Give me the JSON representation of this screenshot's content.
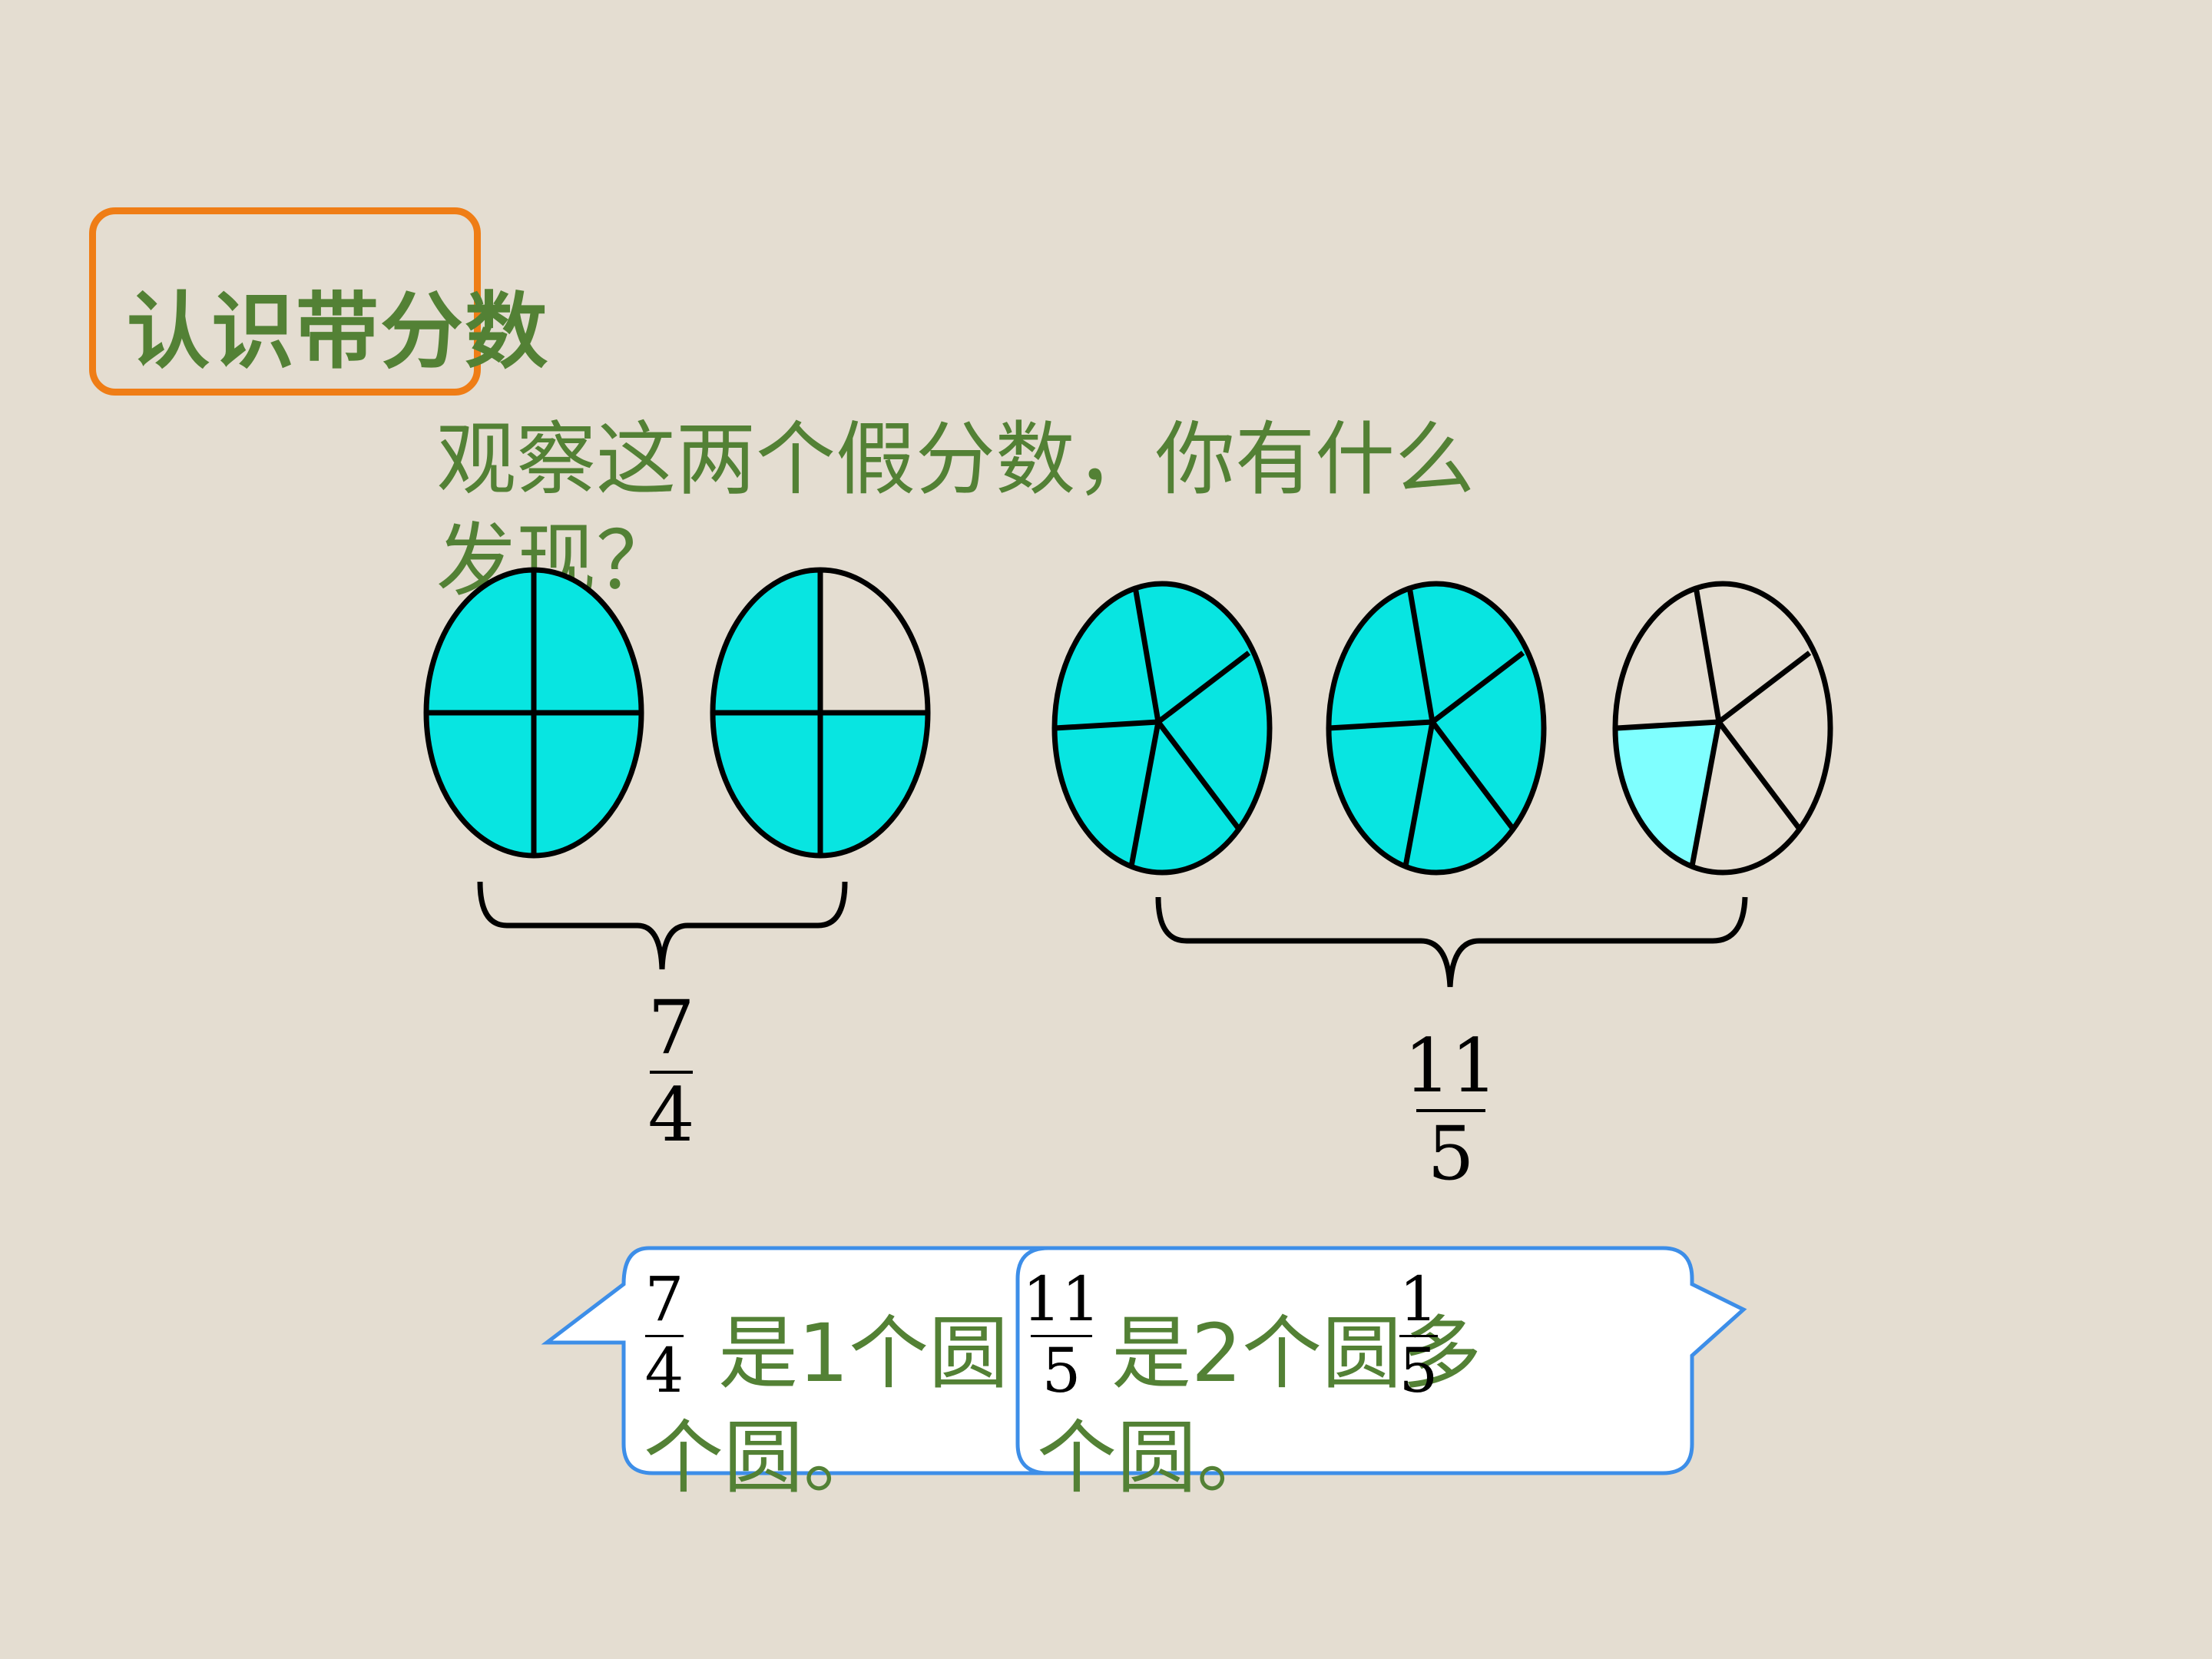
{
  "title": "认识带分数",
  "question": "观察这两个假分数，你有什么发现？",
  "fractions": [
    {
      "numerator": "7",
      "denominator": "4"
    },
    {
      "numerator": "11",
      "denominator": "5"
    }
  ],
  "bubble1": {
    "frac": {
      "numerator": "7",
      "denominator": "4"
    },
    "text1": "是1个圆",
    "text2": "个圆。"
  },
  "bubble2": {
    "frac": {
      "numerator": "11",
      "denominator": "5"
    },
    "text1": "是2个圆多",
    "frac2": {
      "numerator": "1",
      "denominator": "5"
    },
    "text2": "个圆。"
  },
  "colors": {
    "fill": "#08e5e1",
    "fill_light": "#7fffff",
    "title_green": "#538135",
    "orange": "#ef7d16",
    "bubble_border": "#3d8ee8"
  }
}
